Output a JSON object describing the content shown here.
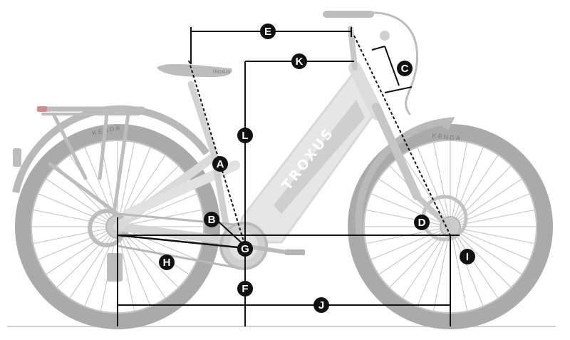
{
  "brand_text": "TROXUS",
  "tire_brand": "KENDA",
  "saddle_text": "TROXUS",
  "colors": {
    "frame": "#e3e3e3",
    "tire": "#a9a9a9",
    "dimension_line": "#111111",
    "marker_fill": "#111111",
    "marker_text": "#ffffff"
  },
  "markers": [
    {
      "id": "A",
      "label": "A"
    },
    {
      "id": "B",
      "label": "B"
    },
    {
      "id": "C",
      "label": "C"
    },
    {
      "id": "D",
      "label": "D"
    },
    {
      "id": "E",
      "label": "E"
    },
    {
      "id": "F",
      "label": "F"
    },
    {
      "id": "G",
      "label": "G"
    },
    {
      "id": "H",
      "label": "H"
    },
    {
      "id": "I",
      "label": "I"
    },
    {
      "id": "J",
      "label": "J"
    },
    {
      "id": "K",
      "label": "K"
    },
    {
      "id": "L",
      "label": "L"
    }
  ]
}
